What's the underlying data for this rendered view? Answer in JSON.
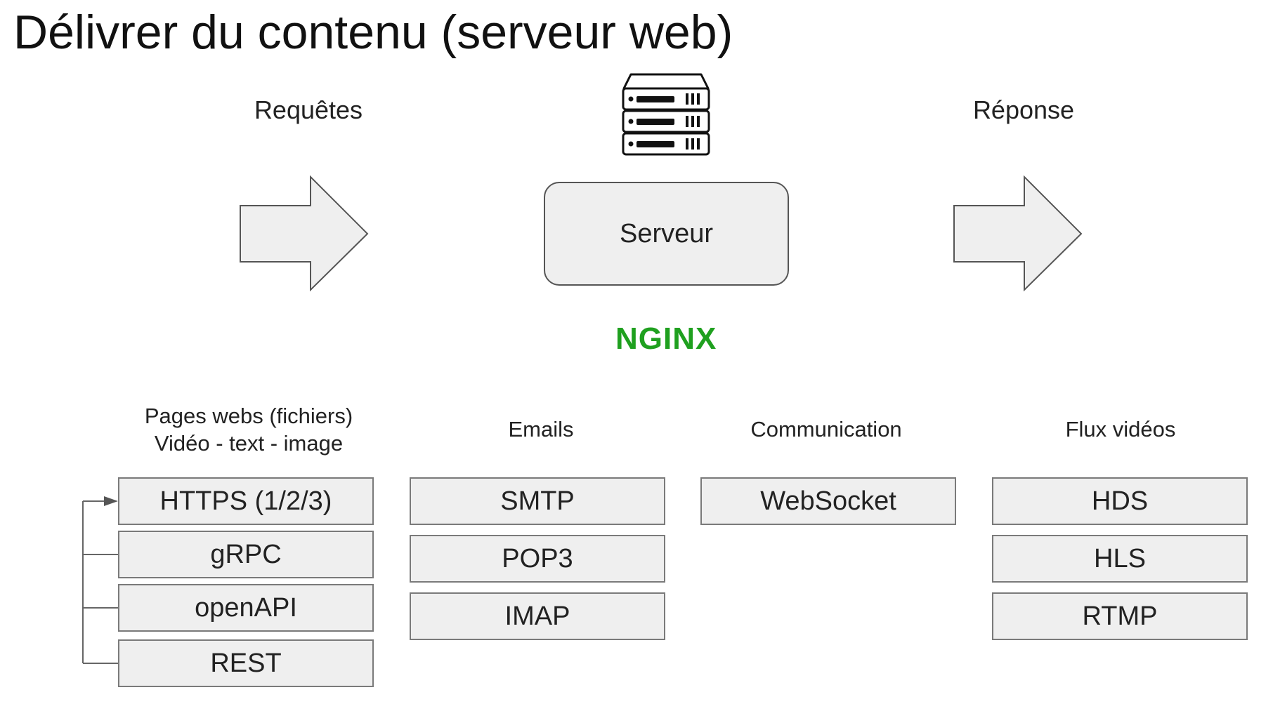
{
  "title": "Délivrer du contenu (serveur web)",
  "labels": {
    "requests": "Requêtes",
    "response": "Réponse"
  },
  "server": {
    "label": "Serveur",
    "logo_text": "NGINX",
    "logo_color": "#1fa01f"
  },
  "categories": [
    {
      "header_lines": [
        "Pages webs (fichiers)",
        "Vidéo - text - image"
      ],
      "protocols": [
        "HTTPS (1/2/3)",
        "gRPC",
        "openAPI",
        "REST"
      ]
    },
    {
      "header_lines": [
        "Emails"
      ],
      "protocols": [
        "SMTP",
        "POP3",
        "IMAP"
      ]
    },
    {
      "header_lines": [
        "Communication"
      ],
      "protocols": [
        "WebSocket"
      ]
    },
    {
      "header_lines": [
        "Flux vidéos"
      ],
      "protocols": [
        "HDS",
        "HLS",
        "RTMP"
      ]
    }
  ]
}
